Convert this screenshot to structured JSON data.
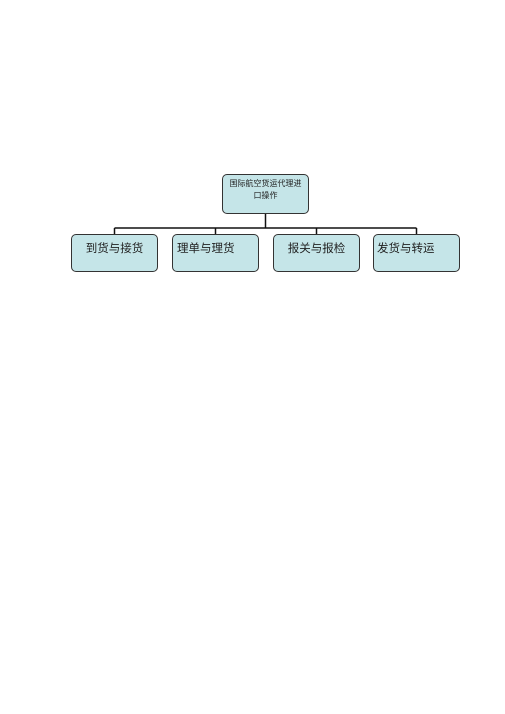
{
  "diagram": {
    "root": {
      "line1": "国际航空货运代理进",
      "line2": "口操作"
    },
    "children": [
      {
        "label": "到货与接货"
      },
      {
        "label": "理单与理货"
      },
      {
        "label": "报关与报检"
      },
      {
        "label": "发货与转运"
      }
    ]
  },
  "colors": {
    "node_fill": "#c5e5e8",
    "node_border": "#333333",
    "connector": "#111111"
  }
}
